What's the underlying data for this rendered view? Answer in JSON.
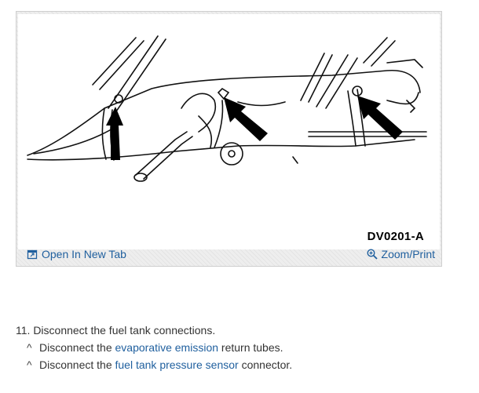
{
  "figure": {
    "code": "DV0201-A",
    "open_tab_label": "Open In New Tab",
    "zoom_label": "Zoom/Print",
    "open_tab_icon": "open-new-tab-icon",
    "zoom_icon": "magnifier-zoom-icon"
  },
  "step": {
    "heading": "11. Disconnect the fuel tank connections.",
    "sub_steps": [
      {
        "marker": "^",
        "prefix": "Disconnect the ",
        "link": "evaporative emission",
        "suffix": " return tubes."
      },
      {
        "marker": "^",
        "prefix": "Disconnect the ",
        "link": "fuel tank pressure sensor",
        "suffix": " connector."
      }
    ]
  },
  "colors": {
    "link": "#1f5f9e",
    "text": "#333333",
    "card_bg": "#eeeeee"
  }
}
